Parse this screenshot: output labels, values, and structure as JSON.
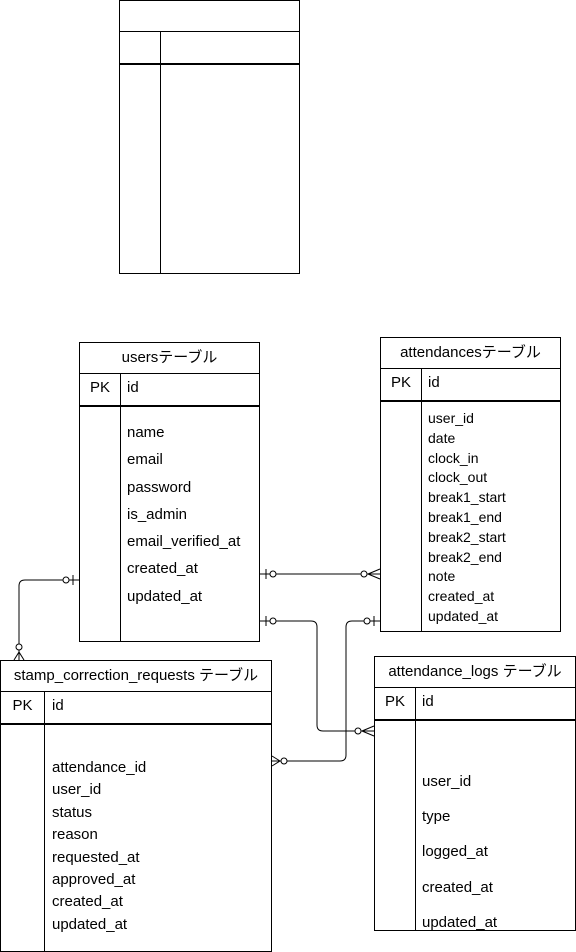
{
  "tables": {
    "users": {
      "title": "usersテーブル",
      "pk": "PK",
      "pk_name": "id",
      "fields": [
        "name",
        "email",
        "password",
        "is_admin",
        "email_verified_at",
        "created_at",
        "updated_at"
      ]
    },
    "attendances": {
      "title": "attendancesテーブル",
      "pk": "PK",
      "pk_name": "id",
      "fields": [
        "user_id",
        "date",
        "clock_in",
        "clock_out",
        "break1_start",
        "break1_end",
        "break2_start",
        "break2_end",
        "note",
        "created_at",
        "updated_at"
      ]
    },
    "stamp_correction_requests": {
      "title": "stamp_correction_requests テーブル",
      "pk": "PK",
      "pk_name": "id",
      "fields": [
        "attendance_id",
        "user_id",
        "status",
        "reason",
        "requested_at",
        "approved_at",
        "created_at",
        "updated_at"
      ]
    },
    "attendance_logs": {
      "title": "attendance_logs テーブル",
      "pk": "PK",
      "pk_name": "id",
      "fields": [
        "user_id",
        "type",
        "logged_at",
        "created_at",
        "updated_at"
      ]
    }
  }
}
